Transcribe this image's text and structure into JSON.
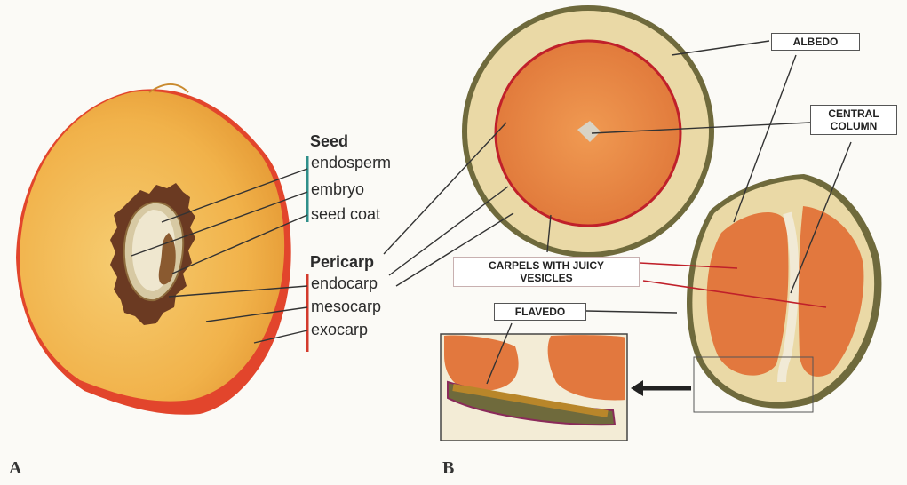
{
  "panel_a": {
    "letter": "A",
    "seed_heading": "Seed",
    "seed_parts": [
      "endosperm",
      "embryo",
      "seed coat"
    ],
    "pericarp_heading": "Pericarp",
    "pericarp_parts": [
      "endocarp",
      "mesocarp",
      "exocarp"
    ],
    "seed_bracket_color": "#2f8f8a",
    "pericarp_bracket_color": "#d33a2c"
  },
  "panel_b": {
    "letter": "B",
    "labels": {
      "albedo": "ALBEDO",
      "central_column_line1": "CENTRAL",
      "central_column_line2": "COLUMN",
      "carpels_line1": "CARPELS WITH JUICY",
      "carpels_line2": "VESICLES",
      "flavedo": "FLAVEDO"
    },
    "carpel_line_color": "#c0202a"
  },
  "colors": {
    "peach_flesh": "#f3b64c",
    "peach_skin": "#e2452c",
    "citrus_pulp": "#e9843a",
    "albedo": "#ead9a6",
    "flavedo_rind": "#6f6a3c"
  }
}
